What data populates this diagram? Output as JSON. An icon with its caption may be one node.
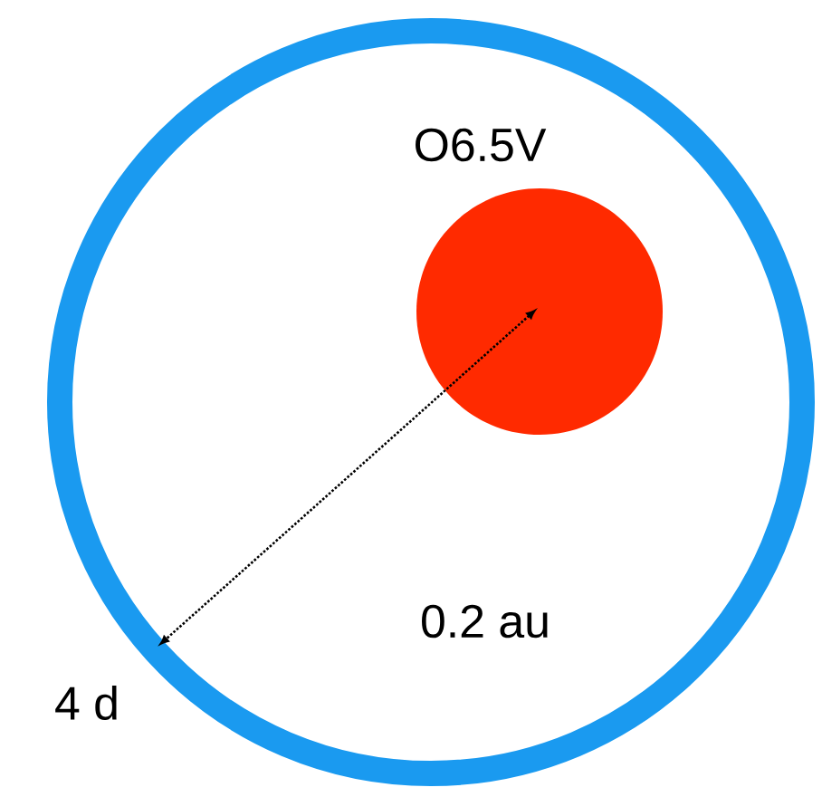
{
  "diagram": {
    "labels": [
      "O6.5V",
      "0.2 au",
      "4 d"
    ]
  }
}
